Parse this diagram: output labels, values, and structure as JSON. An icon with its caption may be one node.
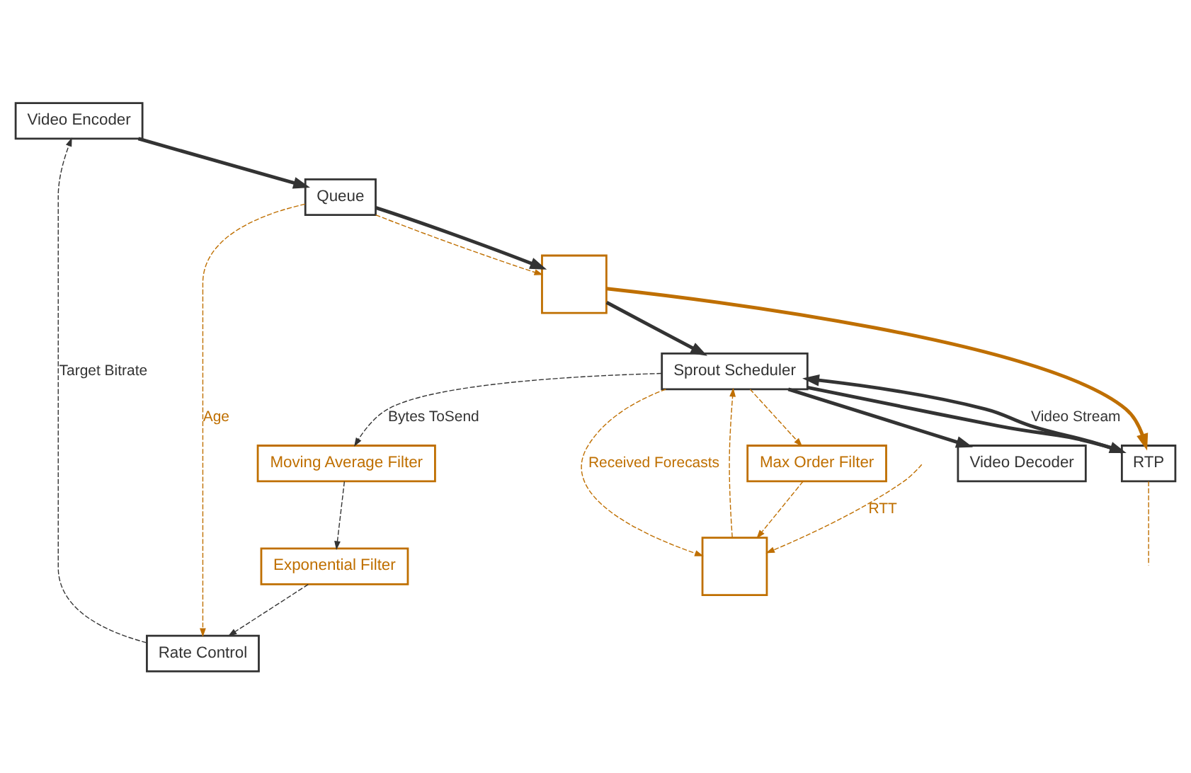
{
  "diagram": {
    "nodes": [
      {
        "text": [
          "Video Encoder"
        ]
      },
      {
        "text": [
          "Video Decoder"
        ]
      },
      {
        "text": [
          "Rate Control"
        ]
      },
      {
        "text": [
          "Queue"
        ]
      },
      {
        "text": [
          "Exponential Filter"
        ]
      },
      {
        "text": [],
        "shape": "box"
      },
      {
        "text": [],
        "shape": "box"
      },
      {
        "text": [
          "Max Order Filter"
        ]
      },
      {
        "text": [
          "Moving Average Filter"
        ]
      },
      {
        "text": [
          "Sprout Scheduler"
        ]
      },
      {
        "text": [
          "RTP"
        ]
      }
    ],
    "edges": [
      {
        "from": 2,
        "to": 0,
        "arrow": "to",
        "label": "Target Bitrate",
        "style": "dashed"
      },
      {
        "from": 0,
        "to": 3,
        "arrow": "to",
        "style": "thick"
      },
      {
        "from": 3,
        "to": 2,
        "arrow": "to",
        "label": "Age",
        "style": "dashed",
        "color": "#bf6f00"
      },
      {
        "from": 3,
        "to": 5,
        "arrow": "to",
        "style": "dashed",
        "color": "#bf6f00"
      },
      {
        "from": 3,
        "to": 5,
        "arrow": "to",
        "style": "thick"
      },
      {
        "from": 4,
        "to": 2,
        "arrow": "to",
        "style": "dashed"
      },
      {
        "from": 8,
        "to": 4,
        "arrow": "to",
        "style": "dashed"
      },
      {
        "from": 5,
        "to": 9,
        "arrow": "to",
        "style": "thick"
      },
      {
        "from": 5,
        "to": 10,
        "arrow": "to",
        "style": "thick",
        "color": "#bf6f00"
      },
      {
        "from": 6,
        "to": 9,
        "arrow": "to",
        "style": "dashed",
        "color": "#bf6f00"
      },
      {
        "from": 9,
        "to": 1,
        "arrow": "to",
        "style": "thick"
      },
      {
        "from": 9,
        "to": 8,
        "arrow": "to",
        "label": "Bytes ToSend",
        "style": "dashed"
      },
      {
        "from": 9,
        "to": 6,
        "arrow": "to",
        "label": "Received Forecasts",
        "style": "dashed",
        "color": "#bf6f00"
      },
      {
        "from": 9,
        "to": 7,
        "arrow": "to",
        "style": "dashed",
        "color": "#bf6f00"
      },
      {
        "from": 7,
        "to": 6,
        "arrow": "to",
        "style": "dashed",
        "color": "#bf6f00"
      },
      {
        "from": null,
        "to": 6,
        "arrow": "to",
        "label": "RTT",
        "style": "dashed",
        "color": "#bf6f00"
      },
      {
        "from": 9,
        "to": 10,
        "arrow": "to",
        "style": "thick"
      },
      {
        "from": 10,
        "to": 9,
        "arrow": "to",
        "label": "Video Stream",
        "style": "thick"
      },
      {
        "from": 10,
        "to": null,
        "arrow": "none",
        "style": "dashed",
        "color": "#bf6f00"
      }
    ]
  }
}
